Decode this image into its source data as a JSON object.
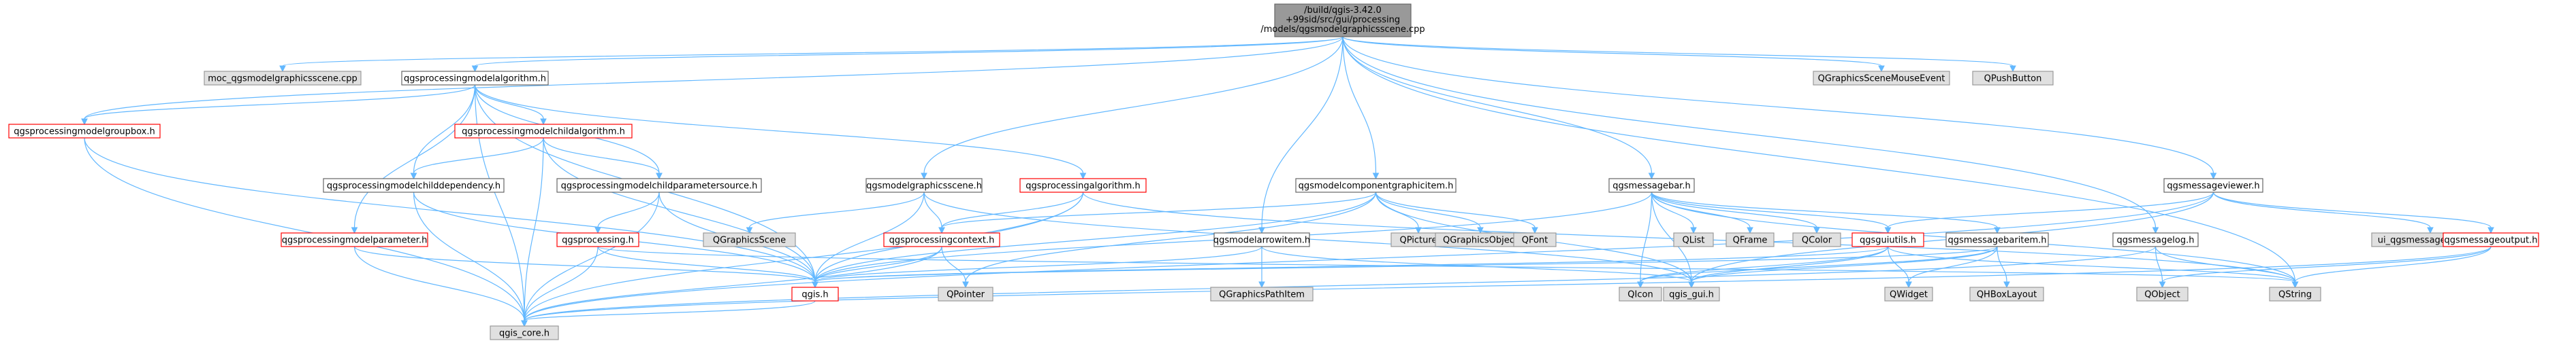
{
  "root_label_lines": [
    "/build/qgis-3.42.0",
    "+99sid/src/gui/processing",
    "/models/qgsmodelgraphicsscene.cpp"
  ],
  "nodes": [
    {
      "id": "root",
      "label": "",
      "style": "root"
    },
    {
      "id": "moc",
      "label": "moc_qgsmodelgraphicsscene.cpp",
      "style": "ext"
    },
    {
      "id": "pma",
      "label": "qgsprocessingmodelalgorithm.h",
      "style": "plain"
    },
    {
      "id": "pmgb",
      "label": "qgsprocessingmodelgroupbox.h",
      "style": "red"
    },
    {
      "id": "pmca",
      "label": "qgsprocessingmodelchildalgorithm.h",
      "style": "red"
    },
    {
      "id": "pmcd",
      "label": "qgsprocessingmodelchilddependency.h",
      "style": "plain"
    },
    {
      "id": "pmcps",
      "label": "qgsprocessingmodelchildparametersource.h",
      "style": "plain"
    },
    {
      "id": "pmp",
      "label": "qgsprocessingmodelparameter.h",
      "style": "red"
    },
    {
      "id": "pp",
      "label": "qgsprocessing.h",
      "style": "red"
    },
    {
      "id": "mgs",
      "label": "qgsmodelgraphicsscene.h",
      "style": "plain"
    },
    {
      "id": "qgscene",
      "label": "QGraphicsScene",
      "style": "ext"
    },
    {
      "id": "palg",
      "label": "qgsprocessingalgorithm.h",
      "style": "red"
    },
    {
      "id": "pctx",
      "label": "qgsprocessingcontext.h",
      "style": "red"
    },
    {
      "id": "qpointer",
      "label": "QPointer",
      "style": "ext"
    },
    {
      "id": "qgis",
      "label": "qgis.h",
      "style": "red"
    },
    {
      "id": "qgiscore",
      "label": "qgis_core.h",
      "style": "ext"
    },
    {
      "id": "mcgi",
      "label": "qgsmodelcomponentgraphicitem.h",
      "style": "plain"
    },
    {
      "id": "mai",
      "label": "qgsmodelarrowitem.h",
      "style": "plain"
    },
    {
      "id": "qgpi",
      "label": "QGraphicsPathItem",
      "style": "ext"
    },
    {
      "id": "qpicture",
      "label": "QPicture",
      "style": "ext"
    },
    {
      "id": "qgobj",
      "label": "QGraphicsObject",
      "style": "ext"
    },
    {
      "id": "qfont",
      "label": "QFont",
      "style": "ext"
    },
    {
      "id": "mb",
      "label": "qgsmessagebar.h",
      "style": "plain"
    },
    {
      "id": "qlist",
      "label": "QList",
      "style": "ext"
    },
    {
      "id": "qframe",
      "label": "QFrame",
      "style": "ext"
    },
    {
      "id": "qcolor",
      "label": "QColor",
      "style": "ext"
    },
    {
      "id": "gu",
      "label": "qgsguiutils.h",
      "style": "red"
    },
    {
      "id": "mbi",
      "label": "qgsmessagebaritem.h",
      "style": "plain"
    },
    {
      "id": "qicon",
      "label": "QIcon",
      "style": "ext"
    },
    {
      "id": "qgisgui",
      "label": "qgis_gui.h",
      "style": "ext"
    },
    {
      "id": "qwidget",
      "label": "QWidget",
      "style": "ext"
    },
    {
      "id": "qhbox",
      "label": "QHBoxLayout",
      "style": "ext"
    },
    {
      "id": "ml",
      "label": "qgsmessagelog.h",
      "style": "plain"
    },
    {
      "id": "qobject",
      "label": "QObject",
      "style": "ext"
    },
    {
      "id": "qstring",
      "label": "QString",
      "style": "ext"
    },
    {
      "id": "mv",
      "label": "qgsmessageviewer.h",
      "style": "plain"
    },
    {
      "id": "uimv",
      "label": "ui_qgsmessageviewer.h",
      "style": "ext"
    },
    {
      "id": "mo",
      "label": "qgsmessageoutput.h",
      "style": "red"
    },
    {
      "id": "qgsme",
      "label": "QGraphicsSceneMouseEvent",
      "style": "ext"
    },
    {
      "id": "qpb",
      "label": "QPushButton",
      "style": "ext"
    }
  ],
  "edges": [
    [
      "root",
      "moc"
    ],
    [
      "root",
      "pma"
    ],
    [
      "root",
      "pmgb"
    ],
    [
      "root",
      "mgs"
    ],
    [
      "root",
      "mcgi"
    ],
    [
      "root",
      "mai"
    ],
    [
      "root",
      "mb"
    ],
    [
      "root",
      "mv"
    ],
    [
      "root",
      "qgsme"
    ],
    [
      "root",
      "qpb"
    ],
    [
      "root",
      "ml"
    ],
    [
      "root",
      "qstring"
    ],
    [
      "pma",
      "pmgb"
    ],
    [
      "pma",
      "pmca"
    ],
    [
      "pma",
      "pmcd"
    ],
    [
      "pma",
      "pmcps"
    ],
    [
      "pma",
      "pmp"
    ],
    [
      "pma",
      "palg"
    ],
    [
      "pma",
      "qgis"
    ],
    [
      "pma",
      "qgiscore"
    ],
    [
      "pmgb",
      "qgis"
    ],
    [
      "pmgb",
      "qgiscore"
    ],
    [
      "pmca",
      "pmcd"
    ],
    [
      "pmca",
      "pmcps"
    ],
    [
      "pmca",
      "qgis"
    ],
    [
      "pmca",
      "qgiscore"
    ],
    [
      "pmcd",
      "qgis"
    ],
    [
      "pmcd",
      "qgiscore"
    ],
    [
      "pmcps",
      "pp"
    ],
    [
      "pmcps",
      "qgis"
    ],
    [
      "pmcps",
      "qgiscore"
    ],
    [
      "pmp",
      "qgis"
    ],
    [
      "pmp",
      "qgiscore"
    ],
    [
      "pp",
      "qgis"
    ],
    [
      "pp",
      "qgiscore"
    ],
    [
      "pp",
      "qstring"
    ],
    [
      "mgs",
      "qgscene"
    ],
    [
      "mgs",
      "pctx"
    ],
    [
      "mgs",
      "qgis"
    ],
    [
      "mgs",
      "qgisgui"
    ],
    [
      "palg",
      "pctx"
    ],
    [
      "palg",
      "qgis"
    ],
    [
      "palg",
      "qgiscore"
    ],
    [
      "palg",
      "qstring"
    ],
    [
      "pctx",
      "qpointer"
    ],
    [
      "pctx",
      "qgis"
    ],
    [
      "pctx",
      "qgiscore"
    ],
    [
      "qgis",
      "qgiscore"
    ],
    [
      "mcgi",
      "qpicture"
    ],
    [
      "mcgi",
      "qgobj"
    ],
    [
      "mcgi",
      "qfont"
    ],
    [
      "mcgi",
      "pctx"
    ],
    [
      "mcgi",
      "qgis"
    ],
    [
      "mcgi",
      "qgisgui"
    ],
    [
      "mcgi",
      "qpointer"
    ],
    [
      "mai",
      "qgpi"
    ],
    [
      "mai",
      "qgis"
    ],
    [
      "mai",
      "qgisgui"
    ],
    [
      "mb",
      "qlist"
    ],
    [
      "mb",
      "qframe"
    ],
    [
      "mb",
      "qcolor"
    ],
    [
      "mb",
      "gu"
    ],
    [
      "mb",
      "mbi"
    ],
    [
      "mb",
      "qicon"
    ],
    [
      "mb",
      "qgisgui"
    ],
    [
      "mb",
      "qgis"
    ],
    [
      "mb",
      "qstring"
    ],
    [
      "gu",
      "qgis"
    ],
    [
      "gu",
      "qgisgui"
    ],
    [
      "gu",
      "qicon"
    ],
    [
      "gu",
      "qwidget"
    ],
    [
      "gu",
      "qstring"
    ],
    [
      "mbi",
      "qgis"
    ],
    [
      "mbi",
      "qgisgui"
    ],
    [
      "mbi",
      "qicon"
    ],
    [
      "mbi",
      "qwidget"
    ],
    [
      "mbi",
      "qhbox"
    ],
    [
      "ml",
      "qgiscore"
    ],
    [
      "ml",
      "qobject"
    ],
    [
      "ml",
      "qstring"
    ],
    [
      "mv",
      "gu"
    ],
    [
      "mv",
      "uimv"
    ],
    [
      "mv",
      "mo"
    ],
    [
      "mv",
      "qgisgui"
    ],
    [
      "mv",
      "qgiscore"
    ],
    [
      "mo",
      "qgiscore"
    ],
    [
      "mo",
      "qobject"
    ],
    [
      "mo",
      "qstring"
    ]
  ]
}
